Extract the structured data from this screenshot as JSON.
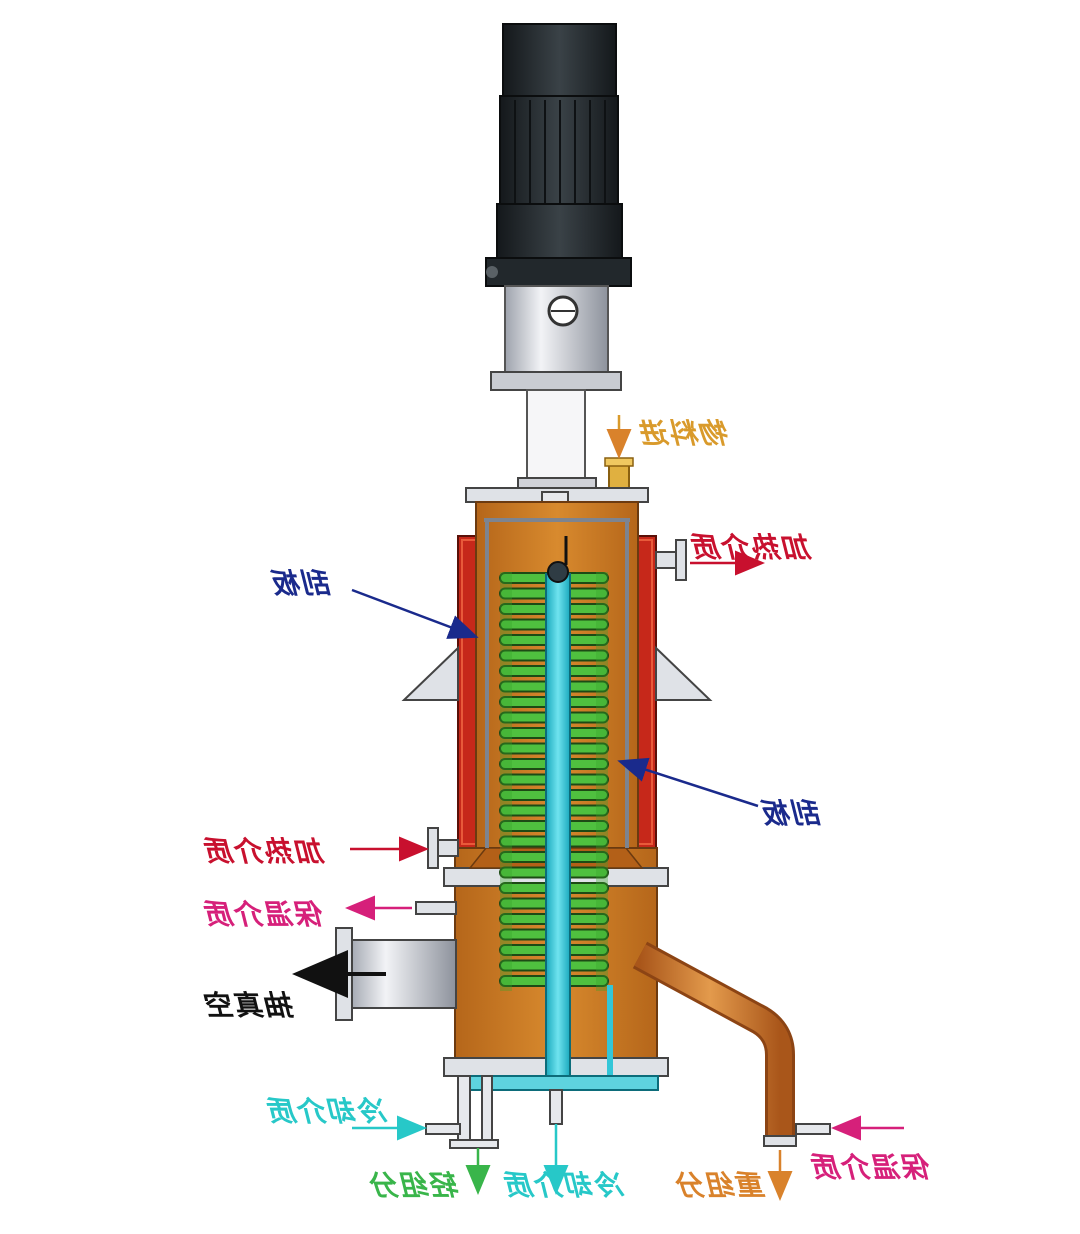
{
  "colors": {
    "scraper": "#1a2a8c",
    "heating_medium": "#c8102e",
    "insulation_medium": "#d6207a",
    "cooling_medium": "#27c8c8",
    "light_fraction": "#39b54a",
    "heavy_fraction": "#d9822b",
    "feed_inlet": "#d99a2b",
    "vacuum": "#111111",
    "vessel_body": "#c9771f",
    "jacket": "#c6281a",
    "condenser_coil": "#47b83a",
    "cooling_tube": "#33c6d8",
    "motor": "#23292d"
  },
  "icons": [
    "gear-motor",
    "drive-coupling",
    "scraper-rotor",
    "condenser-coil",
    "heating-jacket",
    "vacuum-port",
    "support-bracket"
  ],
  "labels": {
    "feed_inlet": "物料进",
    "heating_out": "加热介质",
    "scraper_upper": "刮板",
    "scraper_lower": "刮板",
    "heating_in": "加热介质",
    "insulation_left": "保温介质",
    "vacuum": "抽真空",
    "cooling_left": "冷却介质",
    "light_fraction": "轻组分",
    "cooling_bottom": "冷却介质",
    "heavy_fraction": "重组分",
    "insulation_right": "保温介质"
  }
}
